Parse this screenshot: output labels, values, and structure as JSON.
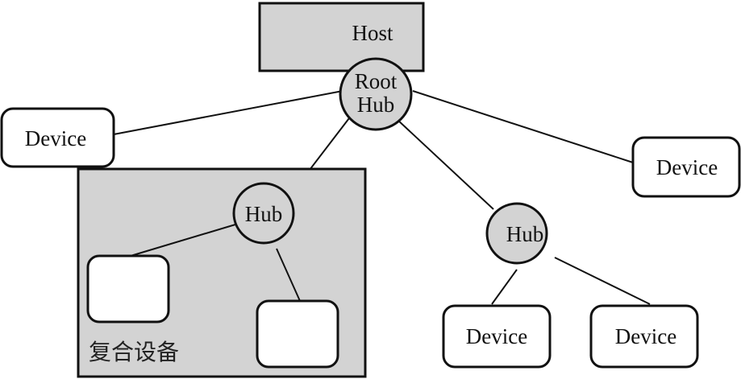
{
  "diagram": {
    "host": {
      "label": "Host"
    },
    "root_hub": {
      "line1": "Root",
      "line2": "Hub"
    },
    "left_device": {
      "label": "Device"
    },
    "right_device": {
      "label": "Device"
    },
    "composite_device": {
      "label": "复合设备",
      "hub": {
        "label": "Hub"
      },
      "sub_device_1": {
        "label": ""
      },
      "sub_device_2": {
        "label": ""
      }
    },
    "hub2": {
      "label": "Hub"
    },
    "hub2_device_left": {
      "label": "Device"
    },
    "hub2_device_right": {
      "label": "Device"
    },
    "colors": {
      "gray_fill": "#d3d3d3",
      "white_fill": "#ffffff",
      "stroke": "#111111"
    }
  }
}
